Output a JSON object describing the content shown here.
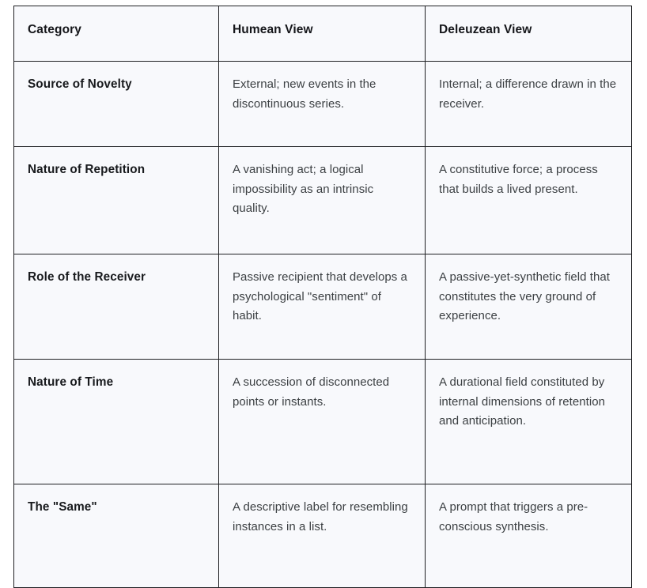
{
  "table": {
    "columns": [
      "Category",
      "Humean View",
      "Deleuzean View"
    ],
    "rows": [
      {
        "category": "Source of Novelty",
        "humean": "External; new events in the discontinuous series.",
        "deleuzean": "Internal; a difference drawn in the receiver."
      },
      {
        "category": "Nature of Repetition",
        "humean": "A vanishing act; a logical impossibility as an intrinsic quality.",
        "deleuzean": "A constitutive force; a process that builds a lived present."
      },
      {
        "category": "Role of the Receiver",
        "humean": "Passive recipient that develops a psychological \"sentiment\" of habit.",
        "deleuzean": "A passive-yet-synthetic field that constitutes the very ground of experience."
      },
      {
        "category": "Nature of Time",
        "humean": "A succession of disconnected points or instants.",
        "deleuzean": "A durational field constituted by internal dimensions of retention and anticipation."
      },
      {
        "category": "The \"Same\"",
        "humean": "A descriptive label for resembling instances in a list.",
        "deleuzean": "A prompt that triggers a pre-conscious synthesis."
      }
    ]
  },
  "colors": {
    "cell_background": "#f8f9fc",
    "border": "#1f2023",
    "header_text": "#15161a",
    "category_text": "#181a1d",
    "body_text": "#3c4043",
    "page_background": "#ffffff"
  }
}
